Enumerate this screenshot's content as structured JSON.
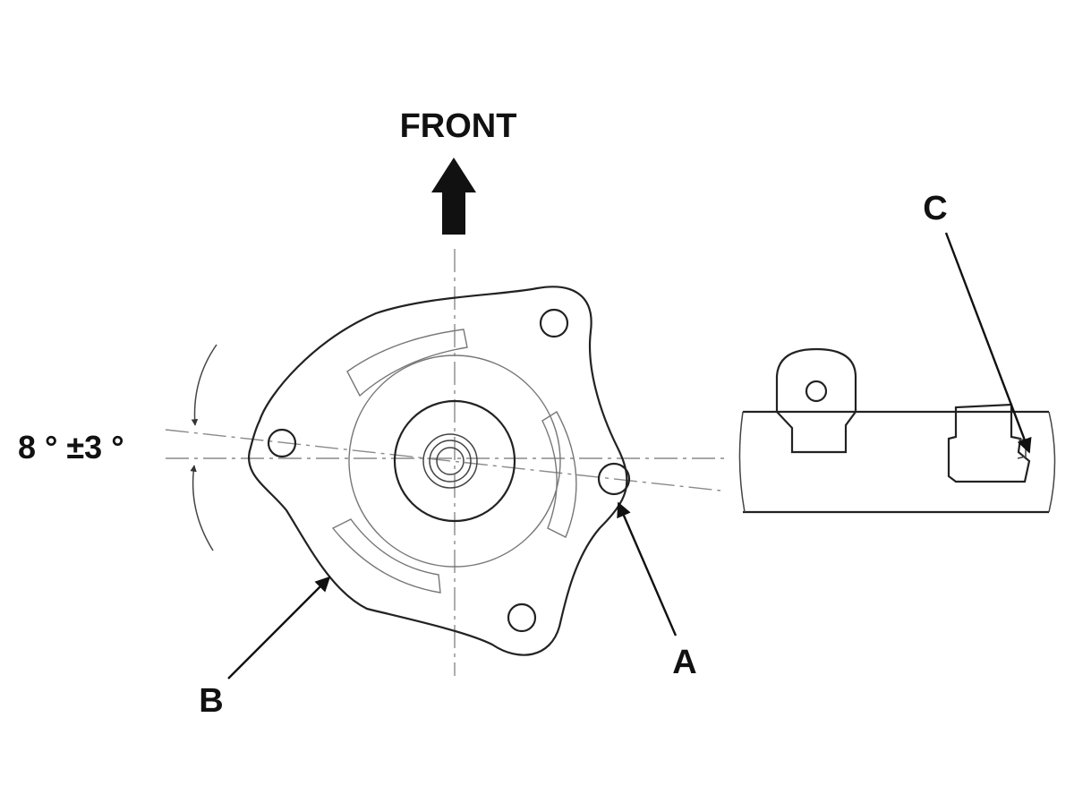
{
  "labels": {
    "front": "FRONT",
    "a": "A",
    "b": "B",
    "c": "C",
    "angle": "8 ° ±3 °"
  }
}
